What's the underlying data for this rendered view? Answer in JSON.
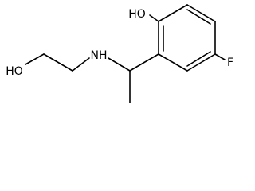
{
  "molecule": {
    "labels": {
      "hydroxyl_phenol": "HO",
      "hydroxyl_chain": "HO",
      "amine": "NH",
      "fluorine": "F"
    }
  }
}
